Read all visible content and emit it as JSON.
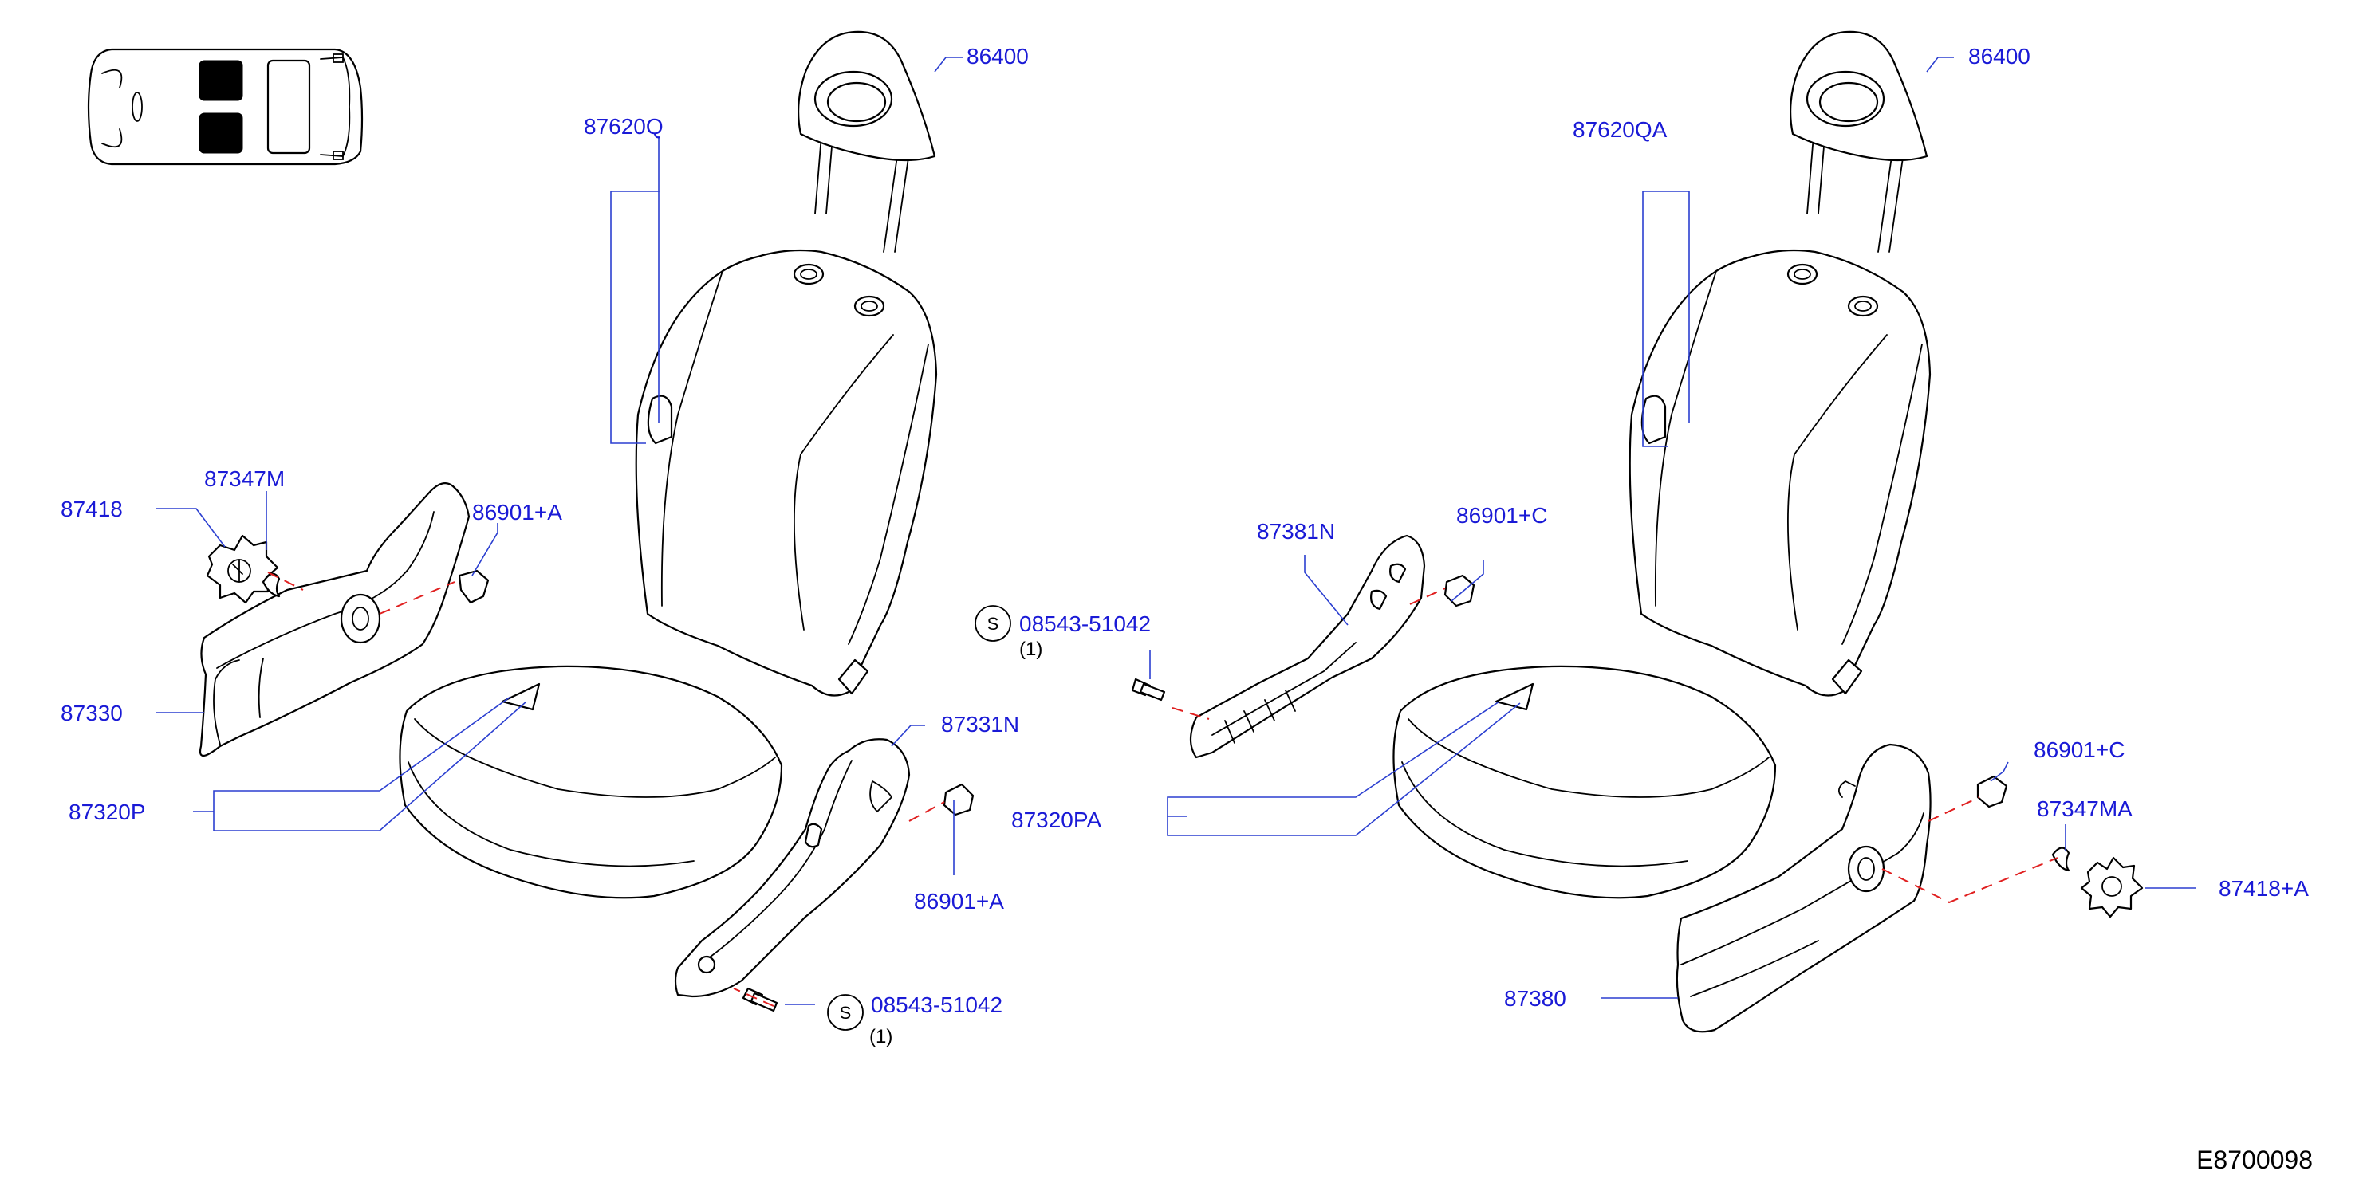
{
  "colors": {
    "label": "#1a1ad6",
    "leader": "#2b3fd0",
    "dashed": "#e02020",
    "line": "#000000"
  },
  "diagram_code": "E8700098",
  "std_symbol": "S",
  "labels": {
    "p86400_l": "86400",
    "p87620Q": "87620Q",
    "p87418": "87418",
    "p87347M": "87347M",
    "p86901A_top": "86901+A",
    "p87330": "87330",
    "p87320P": "87320P",
    "p87331N": "87331N",
    "p86901A_bot": "86901+A",
    "bolt_l": "08543-51042",
    "p86400_r": "86400",
    "p87620QA": "87620QA",
    "p87381N": "87381N",
    "p86901C_top": "86901+C",
    "bolt_c": "08543-51042",
    "p87320PA": "87320PA",
    "p86901C_bot": "86901+C",
    "p87347MA": "87347MA",
    "p87418A": "87418+A",
    "p87380": "87380"
  },
  "quantities": {
    "bolt_c": "(1)",
    "bolt_l": "(1)"
  }
}
